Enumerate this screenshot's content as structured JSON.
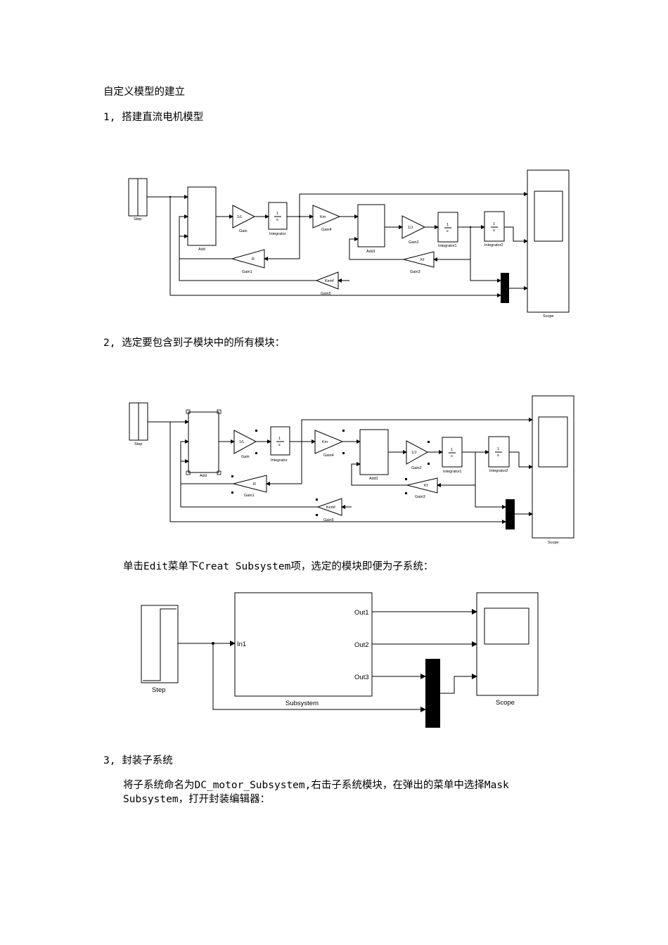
{
  "doc": {
    "title": "自定义模型的建立",
    "step1": "1, 搭建直流电机模型",
    "step2": "2, 选定要包含到子模块中的所有模块：",
    "instr": "单击Edit菜单下Creat Subsystem项，选定的模块即便为子系统：",
    "step3": "3, 封装子系统",
    "para_line1": "将子系统命名为DC_motor_Subsystem,右击子系统模块，在弹出的菜单中选择Mask",
    "para_line2": "Subsystem，打开封装编辑器："
  },
  "diagram1": {
    "step": "Step",
    "add": "Add",
    "gain": "Gain",
    "gain_val": "1/L",
    "integrator": "Integrator",
    "int_val": "1",
    "int_den": "s",
    "gain4": "Gain4",
    "gain4_val": "Km",
    "add1": "Add1",
    "gain2": "Gain2",
    "gain2_val": "1/J",
    "integrator1": "Integrator1",
    "integrator2": "Integrator2",
    "gain1": "Gain1",
    "gain1_val": "R",
    "gain3": "Gain3",
    "gain3_val": "Kf",
    "gain5": "Gain5",
    "gain5_val": "Kemf",
    "scope": "Scope",
    "plus": "+",
    "minus": "-"
  },
  "diagram3": {
    "step": "Step",
    "subsystem": "Subsystem",
    "in1": "In1",
    "out1": "Out1",
    "out2": "Out2",
    "out3": "Out3",
    "scope": "Scope"
  }
}
